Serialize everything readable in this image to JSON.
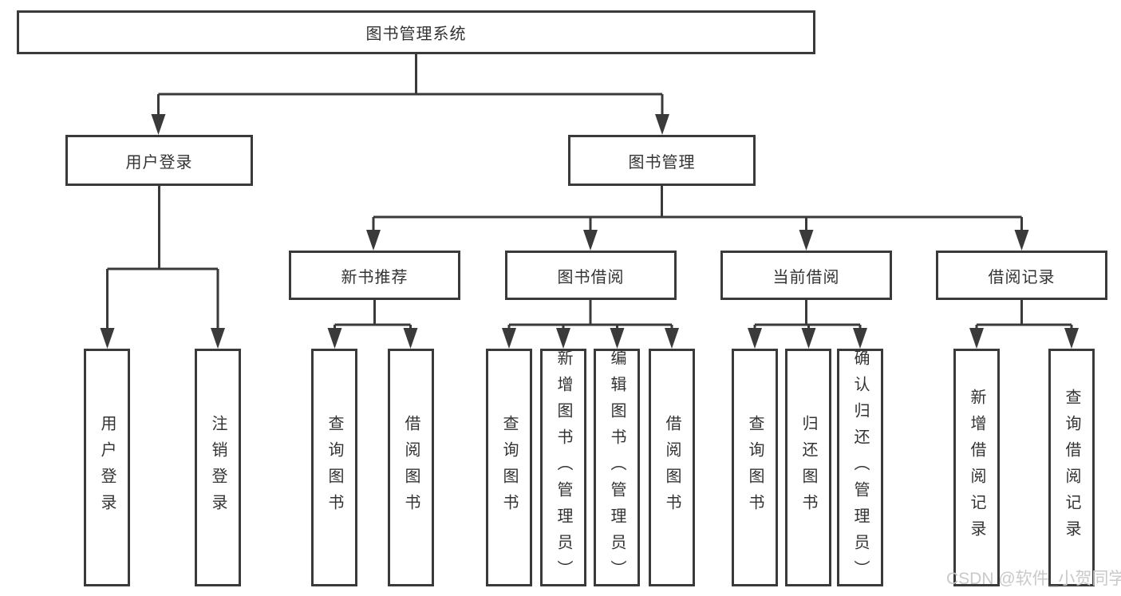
{
  "diagram": {
    "root": {
      "label": "图书管理系统"
    },
    "level2": [
      {
        "label": "用户登录",
        "children": [
          {
            "label": "用户登录"
          },
          {
            "label": "注销登录"
          }
        ]
      },
      {
        "label": "图书管理",
        "children": [
          {
            "label": "新书推荐",
            "children": [
              {
                "label": "查询图书"
              },
              {
                "label": "借阅图书"
              }
            ]
          },
          {
            "label": "图书借阅",
            "children": [
              {
                "label": "查询图书"
              },
              {
                "label": "新增图书（管理员）"
              },
              {
                "label": "编辑图书（管理员）"
              },
              {
                "label": "借阅图书"
              }
            ]
          },
          {
            "label": "当前借阅",
            "children": [
              {
                "label": "查询图书"
              },
              {
                "label": "归还图书"
              },
              {
                "label": "确认归还（管理员）"
              }
            ]
          },
          {
            "label": "借阅记录",
            "children": [
              {
                "label": "新增借阅记录"
              },
              {
                "label": "查询借阅记录"
              }
            ]
          }
        ]
      }
    ]
  },
  "watermark": {
    "text": "CSDN @软件_小贺同学"
  },
  "colors": {
    "line": "#3a3a3a",
    "box_border": "#3a3a3a",
    "text": "#333333",
    "watermark": "#c9c9c9",
    "background": "#ffffff"
  }
}
